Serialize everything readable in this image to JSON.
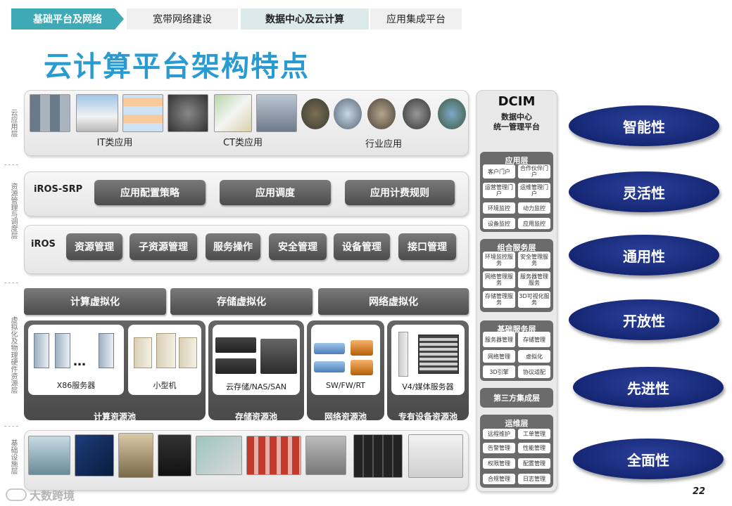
{
  "nav": {
    "active": "基础平台及网络",
    "tabs": [
      "宽带网络建设",
      "数据中心及云计算",
      "应用集成平台"
    ]
  },
  "title": "云计算平台架构特点",
  "layer_labels": {
    "cloud_app": "云应用层",
    "resource_mgmt": "资源管理与调度层",
    "virtualization": "虚拟化及物理硬件资源层",
    "infra": "基础设施层"
  },
  "app_layer": {
    "it": "IT类应用",
    "ct": "CT类应用",
    "industry": "行业应用"
  },
  "srp": {
    "label": "iROS-SRP",
    "buttons": [
      "应用配置策略",
      "应用调度",
      "应用计费规则"
    ]
  },
  "iros": {
    "label": "iROS",
    "buttons": [
      "资源管理",
      "子资源管理",
      "服务操作",
      "安全管理",
      "设备管理",
      "接口管理"
    ]
  },
  "virt": [
    "计算虚拟化",
    "存储虚拟化",
    "网络虚拟化"
  ],
  "pools": {
    "compute": {
      "name": "计算资源池",
      "x86": "X86服务器",
      "mini": "小型机",
      "dots": "…"
    },
    "storage": {
      "name": "存储资源池",
      "item": "云存储/NAS/SAN"
    },
    "network": {
      "name": "网络资源池",
      "item": "SW/FW/RT"
    },
    "special": {
      "name": "专有设备资源池",
      "item": "V4/媒体服务器"
    }
  },
  "dcim": {
    "title": "DCIM",
    "subtitle1": "数据中心",
    "subtitle2": "统一管理平台",
    "app_layer": {
      "title": "应用层",
      "cells": [
        "客户门户",
        "合作伙伴门户",
        "运营管理门户",
        "运维管理门户",
        "环境监控",
        "动力监控",
        "设备监控",
        "应用监控"
      ]
    },
    "combo_layer": {
      "title": "组合服务层",
      "cells": [
        "环境监控服务",
        "安全管理服务",
        "网络管理服务",
        "服务器管理服务",
        "存储管理服务",
        "3D可视化服务"
      ]
    },
    "base_layer": {
      "title": "基础服务层",
      "cells": [
        "服务器管理",
        "存储管理",
        "网络管理",
        "虚拟化",
        "3D引擎",
        "协议适配"
      ]
    },
    "third_party": "第三方集成层",
    "ops_layer": {
      "title": "运维层",
      "cells": [
        "远程维护",
        "工单管理",
        "告警管理",
        "性能管理",
        "权限管理",
        "配置管理",
        "合规管理",
        "日志管理"
      ]
    }
  },
  "features": [
    "智能性",
    "灵活性",
    "通用性",
    "开放性",
    "先进性",
    "全面性"
  ],
  "page_number": "22",
  "watermark": "大数跨境",
  "colors": {
    "accent": "#2a9bd0",
    "oval": "#0c1c63",
    "button": "#555555"
  }
}
